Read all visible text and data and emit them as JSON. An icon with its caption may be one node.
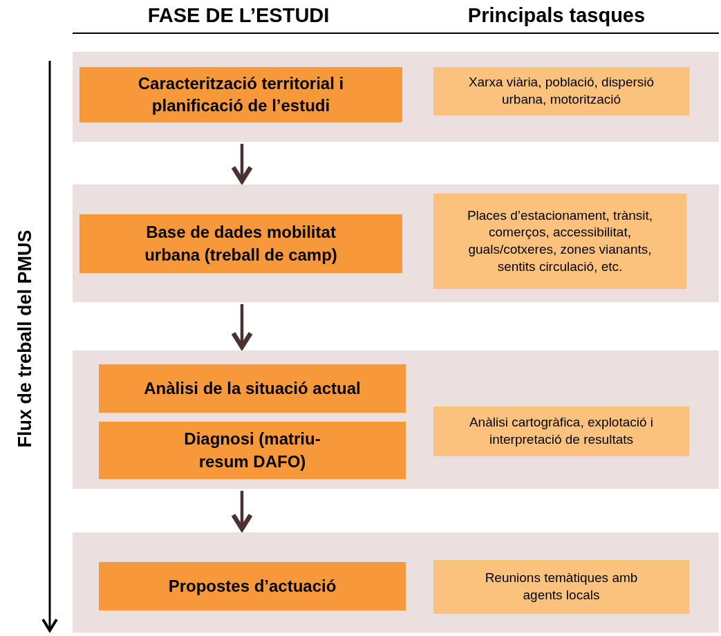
{
  "diagram": {
    "nodes": [
      {
        "text": [],
        "shape": "box"
      },
      {
        "text": [
          "Caracterització territorial i planificació de l’estudi"
        ],
        "in": 0
      },
      {
        "text": [
          "Xarxa viària, població, dispersió urbana, motorització"
        ],
        "in": 0
      },
      {
        "text": [],
        "shape": "box"
      },
      {
        "text": [
          "Base de dades mobilitat urbana (treball de camp)"
        ],
        "in": 3
      },
      {
        "text": [
          "Places d’estacionament, trànsit, comerços, accessibilitat, guals/cotxeres, zones vianants, sentits circulació, etc."
        ],
        "in": 3
      },
      {
        "text": [],
        "shape": "box"
      },
      {
        "text": [
          "Anàlisi de la situació actual"
        ],
        "in": 6
      },
      {
        "text": [
          "Diagnosi (matriu- resum DAFO)"
        ],
        "in": 6
      },
      {
        "text": [
          "Anàlisi cartogràfica, explotació i interpretació de resultats"
        ],
        "in": 6
      },
      {
        "text": [],
        "shape": "box"
      },
      {
        "text": [
          "Propostes d’actuació"
        ],
        "in": 10
      },
      {
        "text": [
          "Reunions temàtiques amb agents locals"
        ],
        "in": 10
      }
    ],
    "edges": [
      {
        "from": 0,
        "to": 3,
        "arrow": "to"
      },
      {
        "from": 3,
        "to": 6,
        "arrow": "to"
      },
      {
        "from": 6,
        "to": 10,
        "arrow": "to"
      }
    ],
    "labels": [
      "FASE DE L’ESTUDI",
      "Principals tasques",
      "Flux de treball del PMUS"
    ]
  }
}
